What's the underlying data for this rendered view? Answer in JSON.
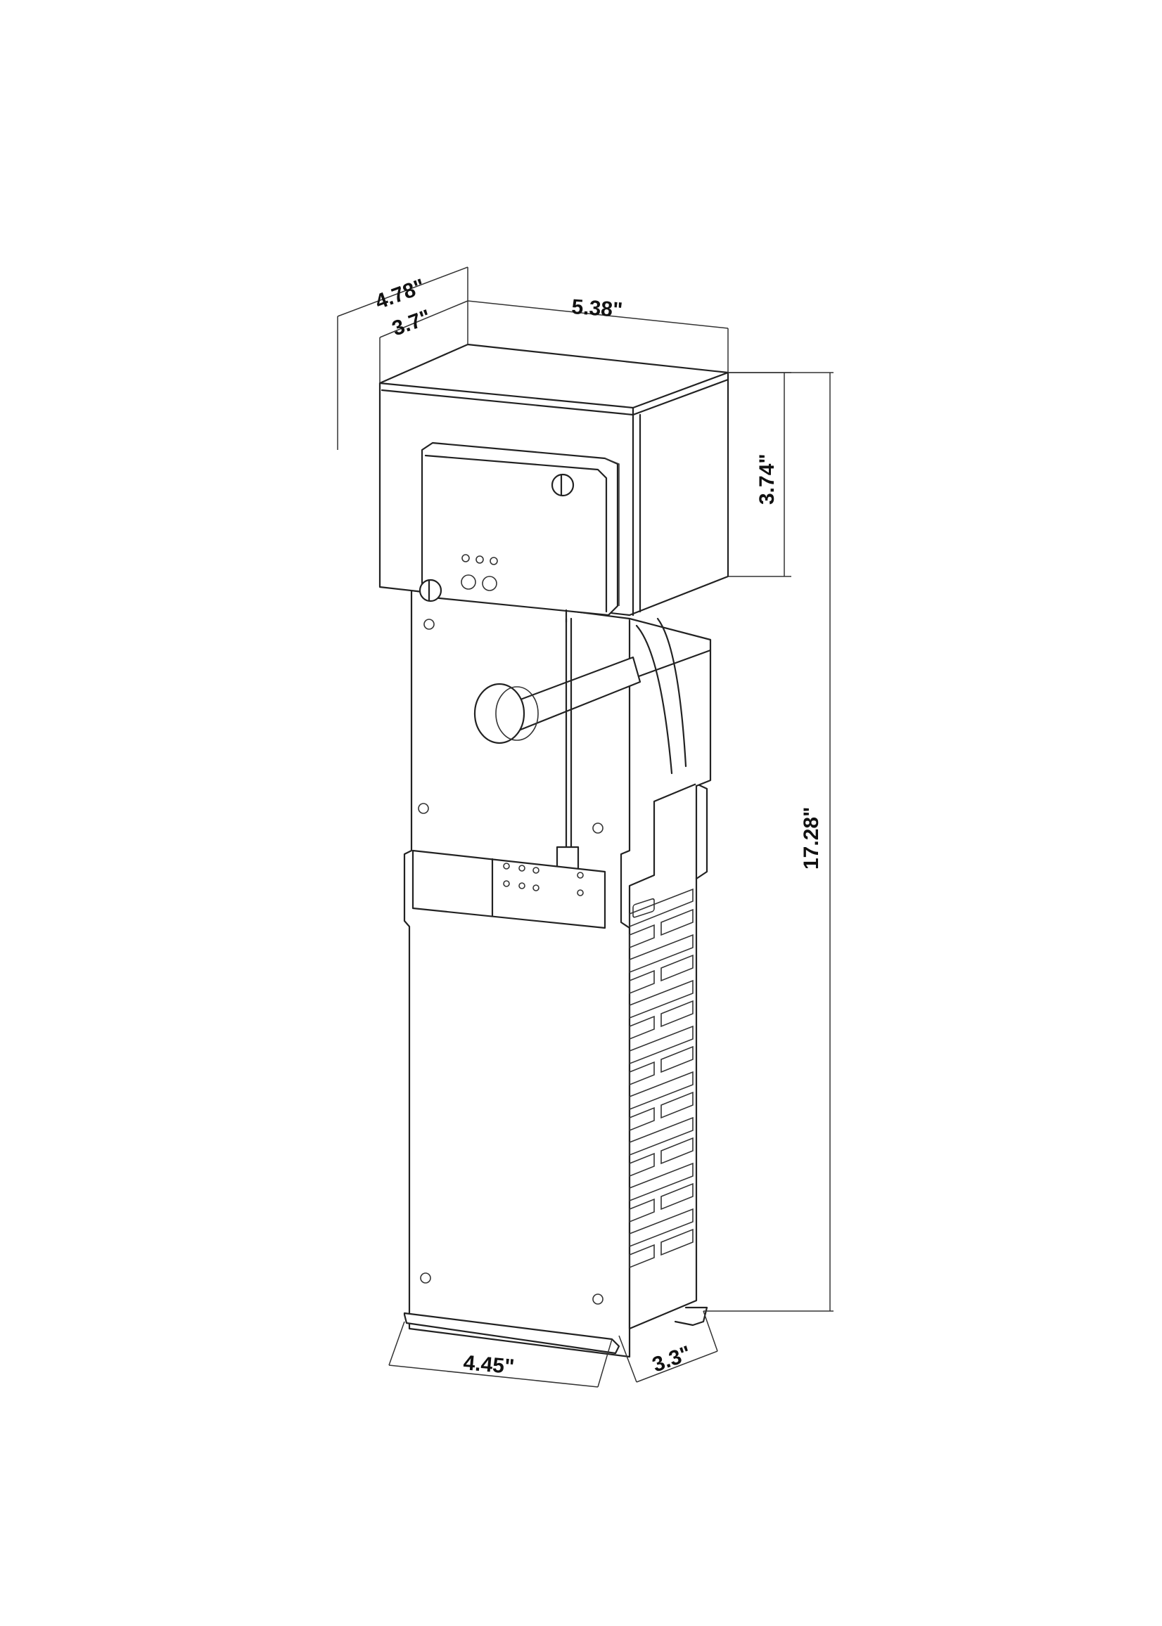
{
  "drawing": {
    "subject": "wall-mount bracket with control box",
    "line_color": "#222222",
    "background": "#ffffff"
  },
  "dimensions": {
    "depth_outer": "4.78\"",
    "depth_inner": "3.7\"",
    "top_width": "5.38\"",
    "head_height": "3.74\"",
    "total_height": "17.28\"",
    "base_width": "4.45\"",
    "base_depth": "3.3\""
  }
}
